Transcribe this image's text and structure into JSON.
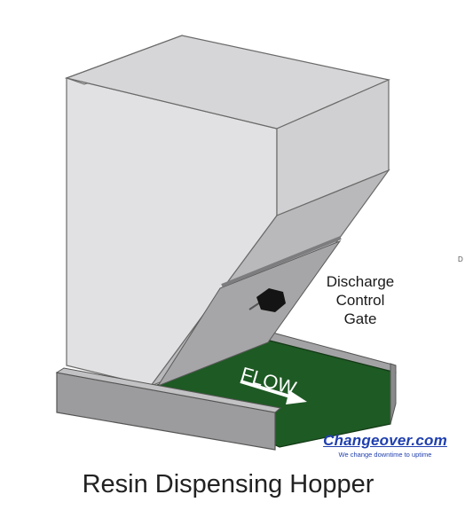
{
  "diagram": {
    "flow_label": "FLOW",
    "callout": [
      "Discharge",
      "Control",
      "Gate"
    ],
    "logo": {
      "name": "Changeover.com",
      "tagline": "We change downtime to uptime",
      "color": "#1f3fae"
    },
    "title": "Resin Dispensing Hopper",
    "edge_mark": "D",
    "colors": {
      "hopper_light": "#e1e1e3",
      "hopper_shade": "#b9b9bb",
      "belt": "#1e5a24",
      "tray": "#9c9c9e"
    }
  }
}
